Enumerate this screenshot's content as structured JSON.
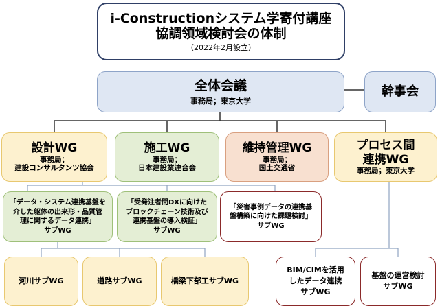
{
  "title": {
    "line1": "i-Constructionシステム学寄付講座",
    "line2": "協調領域検討会の体制",
    "line3": "（2022年2月設立）"
  },
  "zentai": {
    "name": "全体会議",
    "secretariat": "事務局；東京大学"
  },
  "kanji": {
    "name": "幹事会"
  },
  "wgs": [
    {
      "name": "設計WG",
      "sec1": "事務局；",
      "sec2": "建設コンサルタンツ協会"
    },
    {
      "name": "施工WG",
      "sec1": "事務局；",
      "sec2": "日本建設業連合会"
    },
    {
      "name": "維持管理WG",
      "sec1": "事務局；",
      "sec2": "国土交通省"
    },
    {
      "name1": "プロセス間",
      "name2": "連携WG",
      "sec": "事務局；東京大学"
    }
  ],
  "subs": [
    {
      "l1": "「データ・システム連携基盤を",
      "l2": "介した躯体の出来形・品質管",
      "l3": "理に関するデータ連携」",
      "l4": "サブWG"
    },
    {
      "l1": "「受発注者間DXに向けた",
      "l2": "ブロックチェーン技術及び",
      "l3": "連携基盤の導入検証」",
      "l4": "サブWG"
    },
    {
      "l1": "「災害事例データの連携基",
      "l2": "盤構築に向けた課題検討」",
      "l3": "サブWG"
    },
    {
      "l1": "河川サブWG"
    },
    {
      "l1": "道路サブWG"
    },
    {
      "l1": "橋梁下部工サブWG"
    },
    {
      "l1": "BIM/CIMを活用",
      "l2": "したデータ連携",
      "l3": "サブWG"
    },
    {
      "l1": "基盤の運営検討",
      "l2": "サブWG"
    }
  ],
  "colors": {
    "navy": "#2f3f66",
    "blue_fill": "#dfe7f3",
    "yellow_fill": "#fdf1cf",
    "green_fill": "#e4eed5",
    "salmon_fill": "#f8e0d0",
    "dark_red": "#8b2a2a"
  }
}
